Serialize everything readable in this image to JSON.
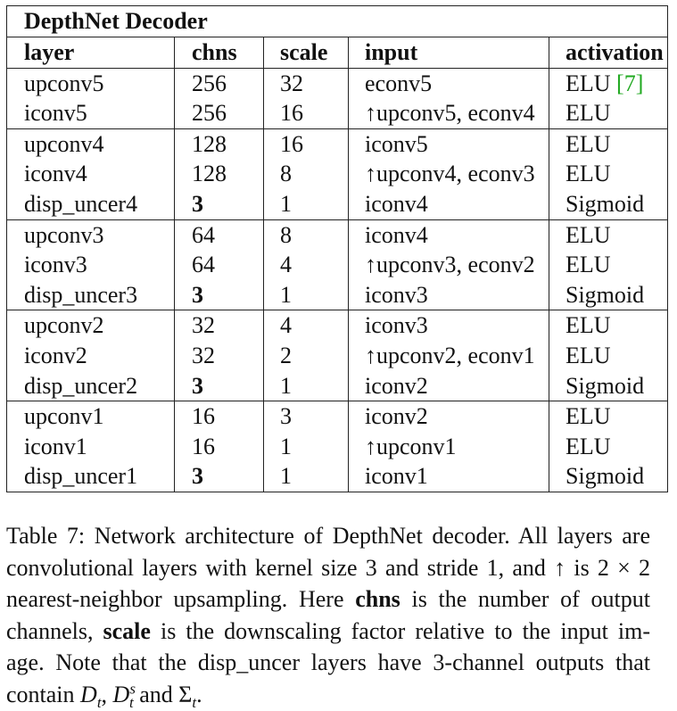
{
  "table": {
    "title": "DepthNet Decoder",
    "headers": [
      "layer",
      "chns",
      "scale",
      "input",
      "activation"
    ],
    "groups": [
      [
        {
          "layer": "upconv5",
          "chns": "256",
          "scale": "32",
          "input": "econv5",
          "activation": "ELU",
          "cite": "[7]"
        },
        {
          "layer": "iconv5",
          "chns": "256",
          "scale": "16",
          "input": "↑upconv5, econv4",
          "activation": "ELU"
        }
      ],
      [
        {
          "layer": "upconv4",
          "chns": "128",
          "scale": "16",
          "input": "iconv5",
          "activation": "ELU"
        },
        {
          "layer": "iconv4",
          "chns": "128",
          "scale": "8",
          "input": "↑upconv4, econv3",
          "activation": "ELU"
        },
        {
          "layer": "disp_uncer4",
          "chns": "3",
          "chns_bold": true,
          "scale": "1",
          "input": "iconv4",
          "activation": "Sigmoid"
        }
      ],
      [
        {
          "layer": "upconv3",
          "chns": "64",
          "scale": "8",
          "input": "iconv4",
          "activation": "ELU"
        },
        {
          "layer": "iconv3",
          "chns": "64",
          "scale": "4",
          "input": "↑upconv3, econv2",
          "activation": "ELU"
        },
        {
          "layer": "disp_uncer3",
          "chns": "3",
          "chns_bold": true,
          "scale": "1",
          "input": "iconv3",
          "activation": "Sigmoid"
        }
      ],
      [
        {
          "layer": "upconv2",
          "chns": "32",
          "scale": "4",
          "input": "iconv3",
          "activation": "ELU"
        },
        {
          "layer": "iconv2",
          "chns": "32",
          "scale": "2",
          "input": "↑upconv2, econv1",
          "activation": "ELU"
        },
        {
          "layer": "disp_uncer2",
          "chns": "3",
          "chns_bold": true,
          "scale": "1",
          "input": "iconv2",
          "activation": "Sigmoid"
        }
      ],
      [
        {
          "layer": "upconv1",
          "chns": "16",
          "scale": "3",
          "input": "iconv2",
          "activation": "ELU"
        },
        {
          "layer": "iconv1",
          "chns": "16",
          "scale": "1",
          "input": "↑upconv1",
          "activation": "ELU"
        },
        {
          "layer": "disp_uncer1",
          "chns": "3",
          "chns_bold": true,
          "scale": "1",
          "input": "iconv1",
          "activation": "Sigmoid"
        }
      ]
    ]
  },
  "caption": {
    "line1": "Table 7: Network architecture of DepthNet decoder. All layers are",
    "line2": "convolutional layers with kernel size 3 and stride 1, and ↑ is 2 × 2",
    "line3a": "nearest-neighbor upsampling. Here ",
    "line3b": "chns",
    "line3c": " is the number of output",
    "line4a": "channels, ",
    "line4b": "scale",
    "line4c": " is the downscaling factor relative to the input im-",
    "line5": "age. Note that the disp_uncer layers have 3-channel outputs that",
    "line6a": "contain ",
    "m_D": "D",
    "m_t": "t",
    "m_s": "s",
    "m_comma": ", ",
    "line6b": " and ",
    "m_Sigma": "Σ",
    "line6c": "."
  },
  "colors": {
    "citation": "#1fa81f"
  }
}
